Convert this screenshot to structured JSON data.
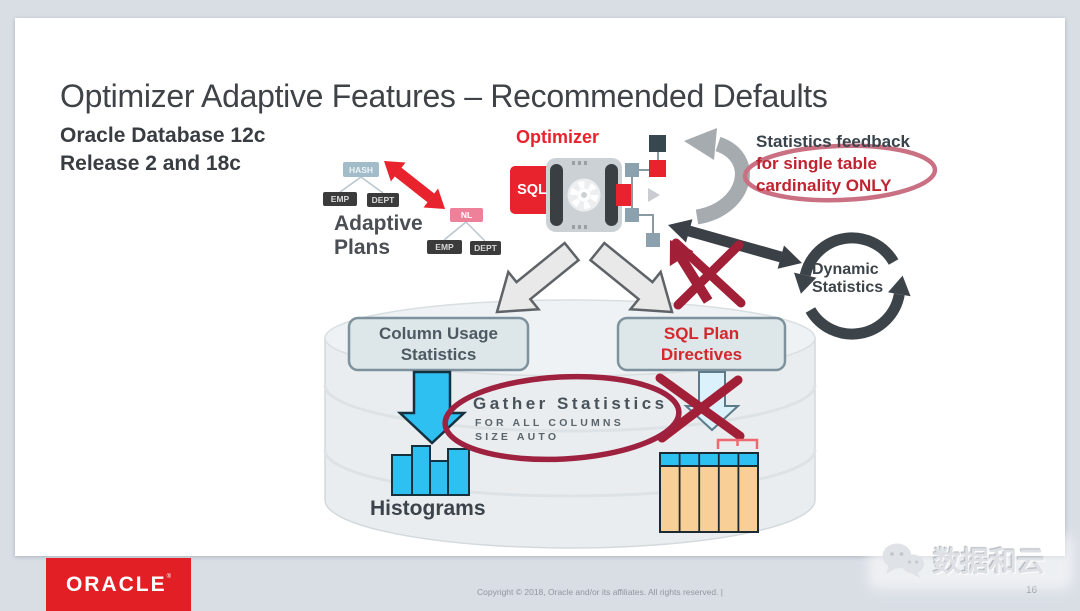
{
  "slide": {
    "title": "Optimizer Adaptive Features – Recommended Defaults",
    "subtitle_line1": "Oracle Database 12c",
    "subtitle_line2": "Release 2 and 18c"
  },
  "diagram": {
    "adaptive_plans": {
      "label_line1": "Adaptive",
      "label_line2": "Plans",
      "nodes": {
        "hash": "HASH",
        "nl": "NL",
        "emp": "EMP",
        "dept": "DEPT"
      }
    },
    "optimizer": {
      "label": "Optimizer",
      "sql": "SQL"
    },
    "statistics_feedback": {
      "line1": "Statistics feedback",
      "line2": "for single table",
      "line3": "cardinality ONLY"
    },
    "dynamic_statistics": {
      "line1": "Dynamic",
      "line2": "Statistics"
    },
    "column_usage": {
      "line1": "Column Usage",
      "line2": "Statistics"
    },
    "sql_plan_directives": {
      "line1": "SQL Plan",
      "line2": "Directives"
    },
    "gather_statistics": {
      "title": "Gather Statistics",
      "detail1": "FOR ALL COLUMNS",
      "detail2": "SIZE AUTO"
    },
    "histograms_label": "Histograms"
  },
  "footer": {
    "logo_text": "ORACLE",
    "logo_registered": "®",
    "copyright": "Copyright © 2018, Oracle and/or its affiliates. All rights reserved.  |",
    "page_number": "16"
  },
  "watermark": {
    "label": "数据和云"
  },
  "colors": {
    "background": "#d9dee5",
    "oracle_red": "#e8232e",
    "dark_red_annotation": "#a21f38",
    "ring_pink": "#c97083",
    "ring_dark_red": "#9e2140",
    "cyan": "#2fc0f2",
    "pale_blue": "#dbf2fd",
    "table_orange": "#f8cf96",
    "dark_text": "#3c434a",
    "red_text": "#bf2430",
    "cylinder_gray": "#e9edef"
  }
}
